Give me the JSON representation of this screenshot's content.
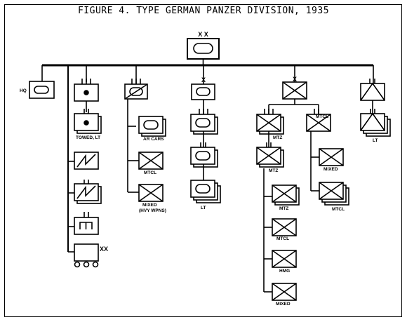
{
  "figure": {
    "title": "FIGURE 4.  TYPE GERMAN PANZER DIVISION, 1935"
  },
  "echelons": {
    "division": "X X",
    "brigade": "X",
    "regiment": "I I I",
    "battalion": "I I",
    "trains": "XX"
  },
  "unit_labels": {
    "hq": "HQ",
    "towed_lt": "TOWED, LT",
    "ar_cars": "AR CARS",
    "mtcl": "MTCL",
    "mixed_hvy": "MIXED",
    "hvy_wpns": "(HVY WPNS)",
    "lt": "LT",
    "mtz": "MTZ",
    "mixed": "MIXED",
    "hmg": "HMG"
  }
}
